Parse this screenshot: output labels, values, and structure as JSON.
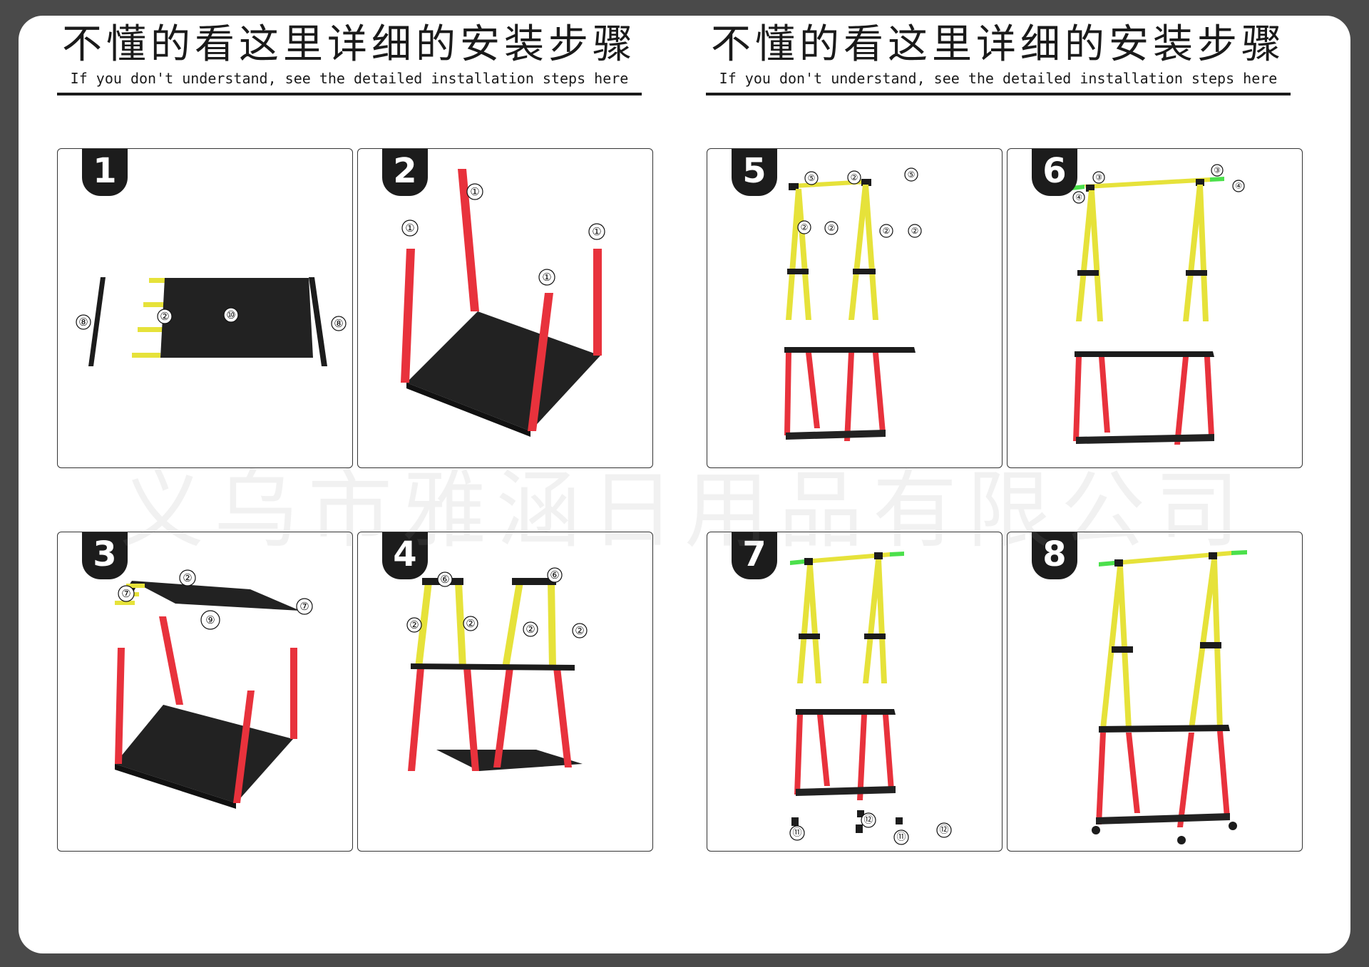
{
  "header": {
    "title_cn": "不懂的看这里详细的安装步骤",
    "subtitle_en": "If you don't understand, see the detailed installation steps here"
  },
  "watermark": "义乌市雅涵日用品有限公司",
  "steps": [
    {
      "number": "1",
      "labels": [
        "⑧",
        "②",
        "⑩",
        "⑧"
      ]
    },
    {
      "number": "2",
      "labels": [
        "①",
        "①",
        "①",
        "①"
      ]
    },
    {
      "number": "3",
      "labels": [
        "②",
        "⑦",
        "⑨",
        "⑦"
      ]
    },
    {
      "number": "4",
      "labels": [
        "⑥",
        "⑥",
        "②",
        "②",
        "②",
        "②"
      ]
    },
    {
      "number": "5",
      "labels": [
        "⑤",
        "②",
        "⑤",
        "②",
        "②",
        "②",
        "②"
      ]
    },
    {
      "number": "6",
      "labels": [
        "③",
        "④",
        "③",
        "④"
      ]
    },
    {
      "number": "7",
      "labels": [
        "⑪",
        "⑫",
        "⑪",
        "⑫"
      ]
    },
    {
      "number": "8",
      "labels": []
    }
  ],
  "colors": {
    "frame": "#1c1c1c",
    "lower_pole": "#e8323c",
    "upper_pole": "#e6e23a",
    "end_cap": "#4be04b",
    "shelf": "#222222"
  }
}
